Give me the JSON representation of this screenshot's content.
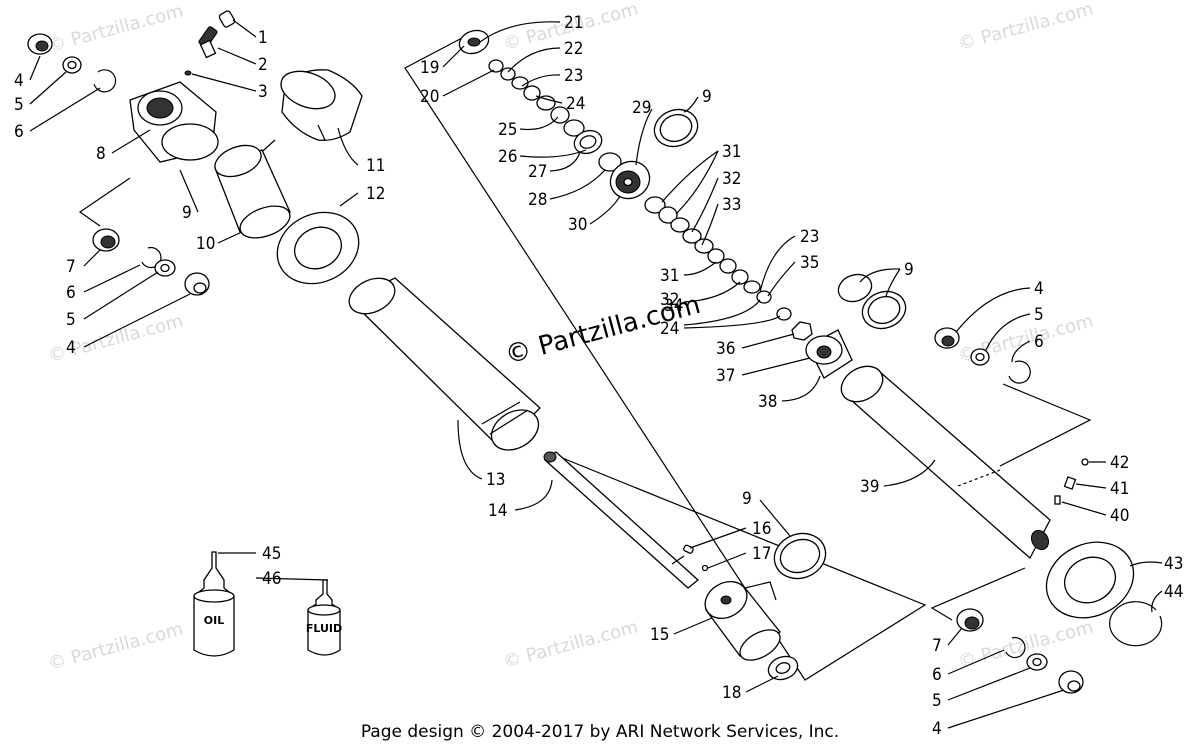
{
  "watermarks": {
    "small": "© Partzilla.com",
    "center": "© Partzilla.com"
  },
  "footer": "Page design © 2004-2017 by ARI Network Services, Inc.",
  "bottles": {
    "oil": "OIL",
    "fluid": "FLUID"
  },
  "callouts": {
    "c1": "1",
    "c2": "2",
    "c3": "3",
    "c4a": "4",
    "c5a": "5",
    "c6a": "6",
    "c8": "8",
    "c9a": "9",
    "c10": "10",
    "c11": "11",
    "c12": "12",
    "c7a": "7",
    "c6b": "6",
    "c5b": "5",
    "c4b": "4",
    "c13": "13",
    "c14": "14",
    "c15": "15",
    "c16": "16",
    "c17": "17",
    "c18": "18",
    "c9e": "9",
    "c19": "19",
    "c20": "20",
    "c21": "21",
    "c22": "22",
    "c23a": "23",
    "c24a": "24",
    "c25": "25",
    "c26": "26",
    "c27": "27",
    "c28": "28",
    "c29": "29",
    "c9b": "9",
    "c30": "30",
    "c31a": "31",
    "c32a": "32",
    "c33": "33",
    "c23b": "23",
    "c35": "35",
    "c31b": "31",
    "c32b": "32",
    "c34": "34",
    "c24b": "24",
    "c36": "36",
    "c37": "37",
    "c38": "38",
    "c9c": "9",
    "c4c": "4",
    "c5c": "5",
    "c6c": "6",
    "c39": "39",
    "c42": "42",
    "c41": "41",
    "c40": "40",
    "c43": "43",
    "c44": "44",
    "c7b": "7",
    "c6d": "6",
    "c5d": "5",
    "c4d": "4",
    "c45": "45",
    "c46": "46"
  }
}
